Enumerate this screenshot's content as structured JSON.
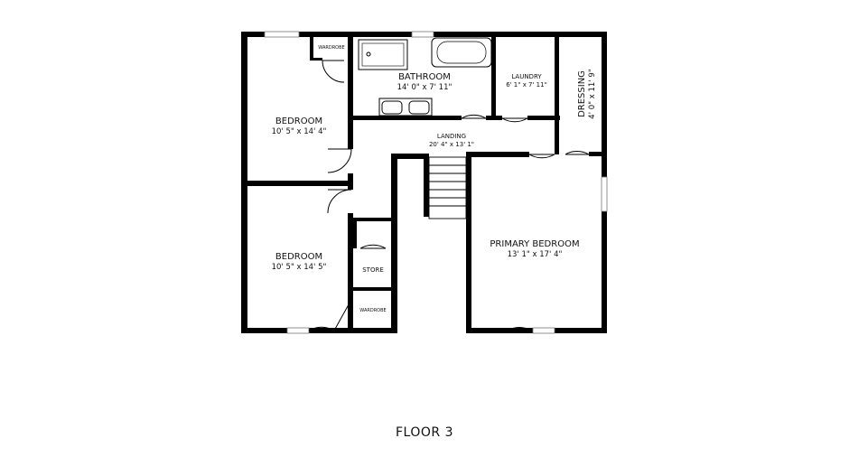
{
  "floor_title": "FLOOR 3",
  "rooms": {
    "bedroom_top": {
      "name": "BEDROOM",
      "dims": "10' 5\" x 14' 4\""
    },
    "bedroom_bottom": {
      "name": "BEDROOM",
      "dims": "10' 5\" x 14' 5\""
    },
    "bathroom": {
      "name": "BATHROOM",
      "dims": "14' 0\" x 7' 11\""
    },
    "laundry": {
      "name": "LAUNDRY",
      "dims": "6' 1\" x 7' 11\""
    },
    "dressing": {
      "name": "DRESSING",
      "dims": "4' 0\" x 11' 9\""
    },
    "landing": {
      "name": "LANDING",
      "dims": "20' 4\" x 13' 1\""
    },
    "primary_bedroom": {
      "name": "PRIMARY BEDROOM",
      "dims": "13' 1\" x 17' 4\""
    },
    "store": {
      "name": "STORE"
    },
    "wardrobe_top": {
      "name": "WARDROBE"
    },
    "wardrobe_bottom": {
      "name": "WARDROBE"
    }
  }
}
